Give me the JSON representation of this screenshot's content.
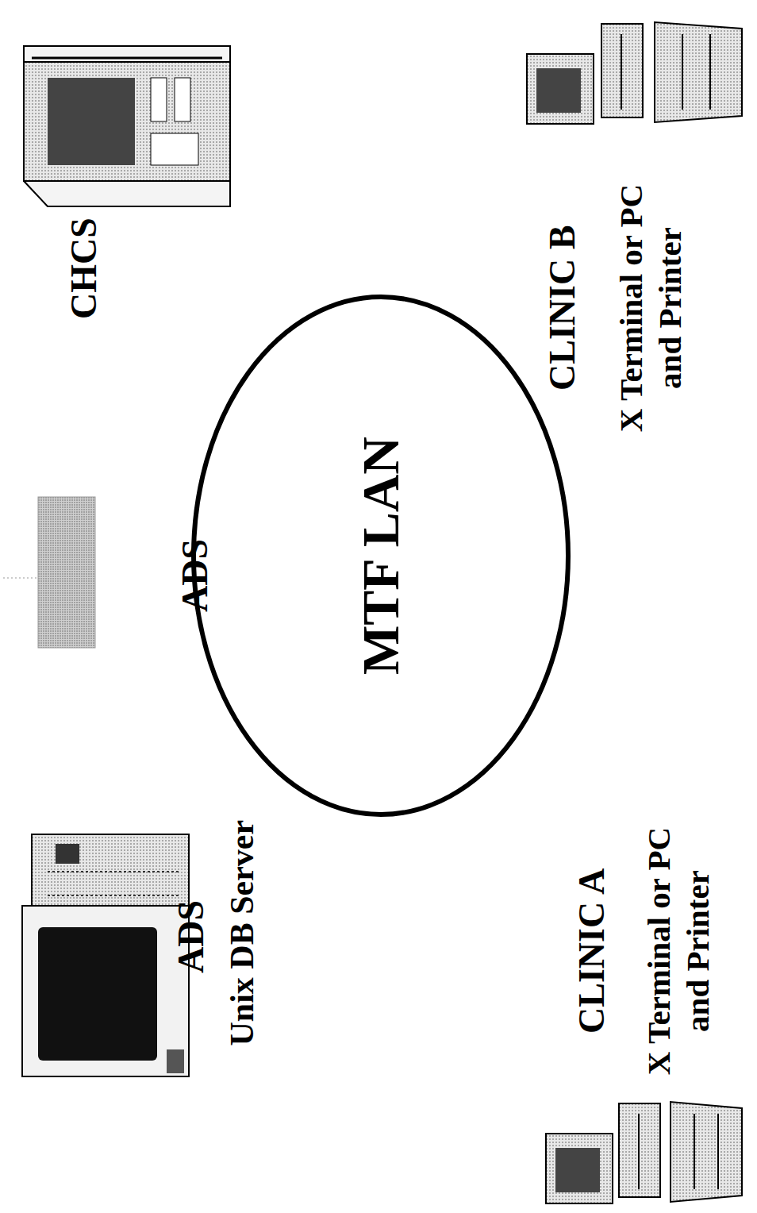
{
  "diagram": {
    "nodes": [
      {
        "text": [
          "MTF LAN"
        ]
      }
    ],
    "labels": [
      "ADS",
      "Unix DB Server",
      "ADS",
      "CHCS",
      "CLINIC A",
      "X Terminal or PC and Printer",
      "CLINIC B",
      "X Terminal or PC and Printer"
    ]
  }
}
